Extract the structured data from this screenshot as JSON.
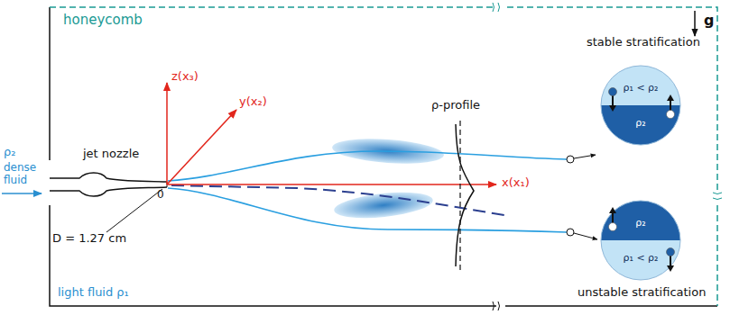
{
  "diagram": {
    "nodes": [
      {
        "text": [
          "ρ₁ < ρ₂",
          "ρ₂"
        ]
      },
      {
        "text": [
          "ρ₂",
          "ρ₁ < ρ₂"
        ]
      }
    ],
    "labels": [
      "honeycomb",
      "stable stratification",
      "g",
      "ρ₂",
      "dense fluid",
      "jet nozzle",
      "z(x₃)",
      "y(x₂)",
      "x(x₁)",
      "0",
      "D = 1.27 cm",
      "ρ-profile",
      "light fluid ρ₁",
      "unstable stratification"
    ]
  }
}
